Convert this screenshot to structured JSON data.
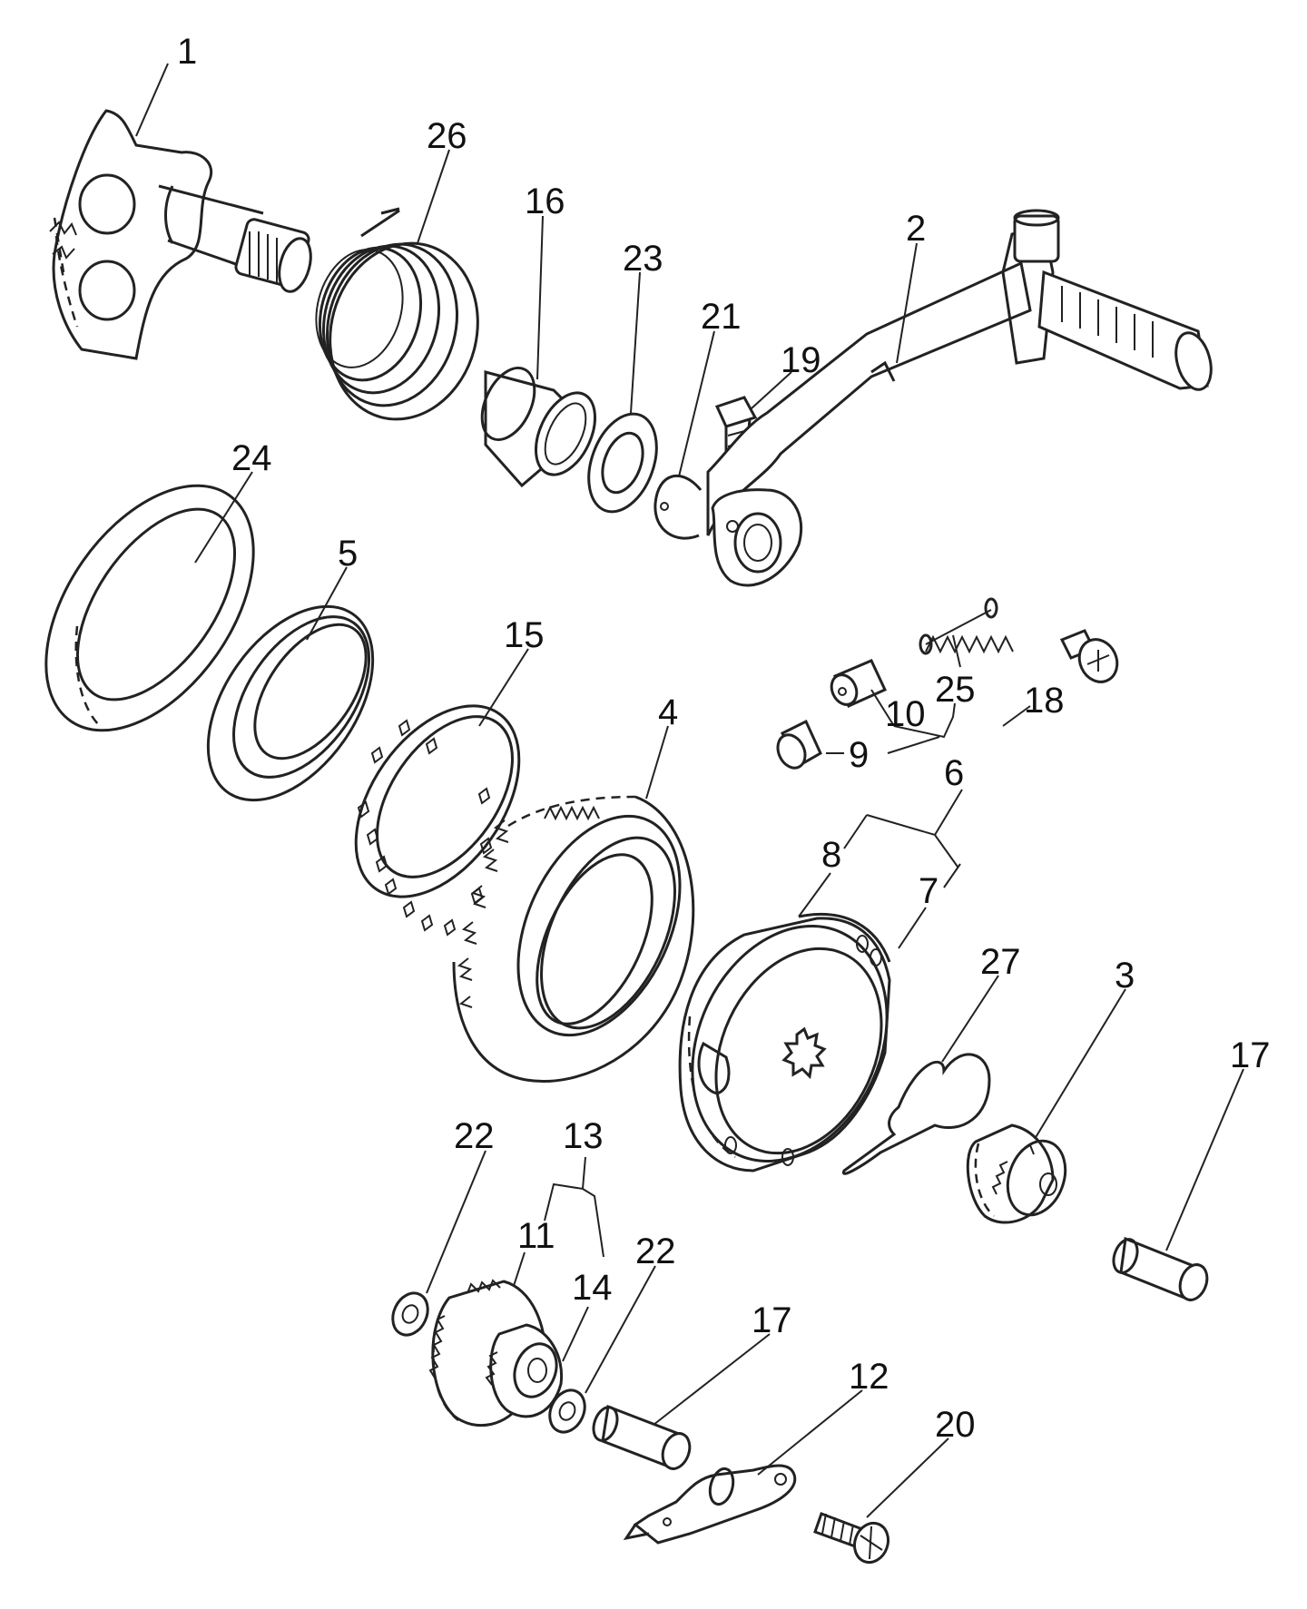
{
  "callouts": {
    "c1": "1",
    "c2": "2",
    "c3": "3",
    "c4": "4",
    "c5": "5",
    "c6": "6",
    "c7": "7",
    "c8": "8",
    "c9": "9",
    "c10": "10",
    "c11": "11",
    "c12": "12",
    "c13": "13",
    "c14": "14",
    "c15": "15",
    "c16": "16",
    "c17a": "17",
    "c17b": "17",
    "c18": "18",
    "c19": "19",
    "c20": "20",
    "c21": "21",
    "c22a": "22",
    "c22b": "22",
    "c23": "23",
    "c24": "24",
    "c25": "25",
    "c26": "26",
    "c27": "27"
  }
}
